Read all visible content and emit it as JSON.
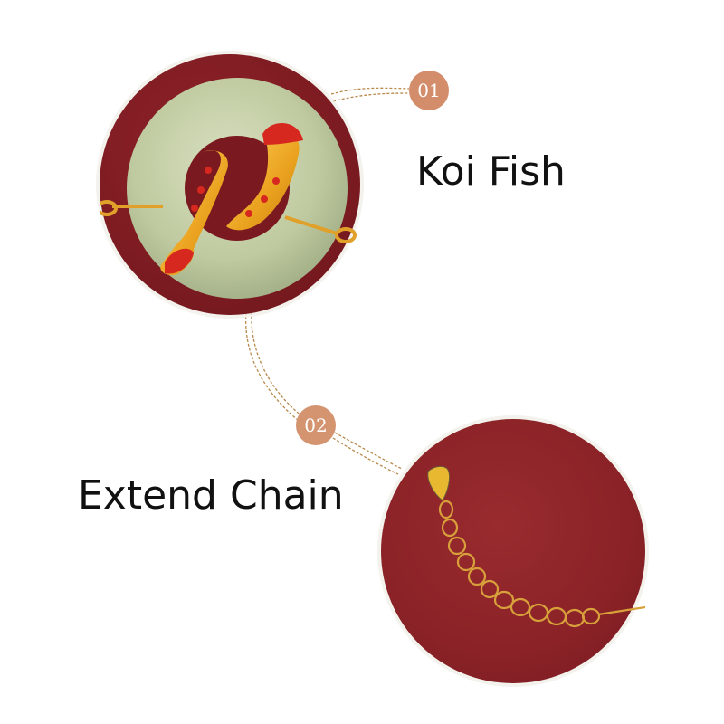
{
  "features": [
    {
      "badge": "01",
      "label": "Koi Fish",
      "image": "koi-fish-jade-donut-closeup"
    },
    {
      "badge": "02",
      "label": "Extend Chain",
      "image": "extension-chain-closeup"
    }
  ],
  "colors": {
    "background": "#ffffff",
    "badge": "#d38d6b",
    "backdrop_red": "#8a2227",
    "jade": "#c4cfa8",
    "gold": "#e9a92b",
    "enamel_red": "#d6281e",
    "connector": "#b8894a",
    "text": "#111111"
  }
}
